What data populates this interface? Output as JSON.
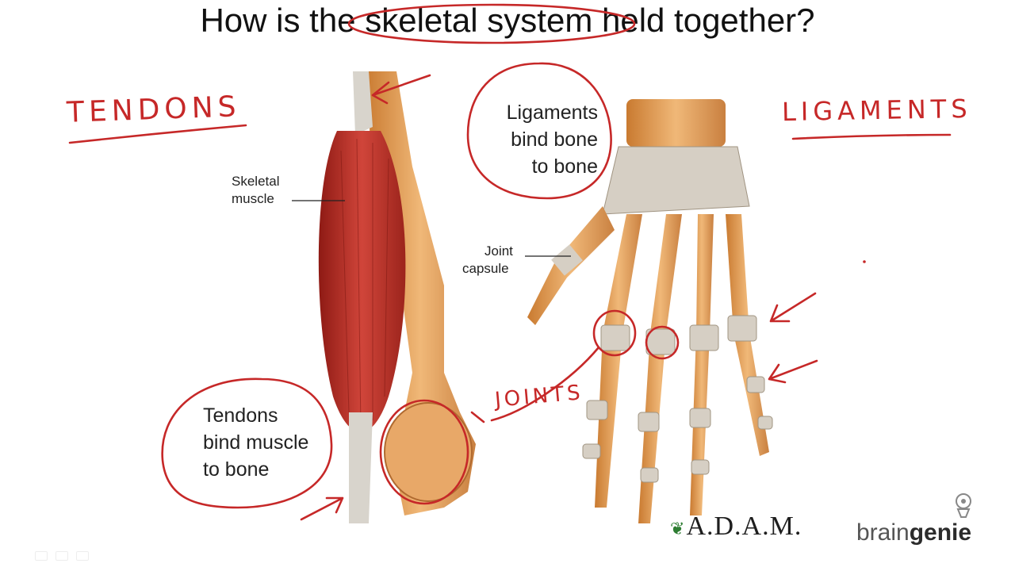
{
  "slide": {
    "title": "How is the skeletal system held together?",
    "annotations": {
      "tendons": "TENDONS",
      "ligaments": "LIGAMENTS",
      "joints": "JOINTS"
    },
    "labels": {
      "skeletal_muscle_1": "Skeletal",
      "skeletal_muscle_2": "muscle",
      "joint_capsule_1": "Joint",
      "joint_capsule_2": "capsule"
    },
    "callouts": {
      "tendons": [
        "Tendons",
        "bind muscle",
        "to bone"
      ],
      "ligaments": [
        "Ligaments",
        "bind bone",
        "to bone"
      ]
    },
    "logos": {
      "adam": "A.D.A.M.",
      "brand_light": "brain",
      "brand_bold": "genie"
    }
  },
  "colors": {
    "annotation": "#c62828",
    "muscle": "#c0392b",
    "bone": "#e0a060"
  }
}
